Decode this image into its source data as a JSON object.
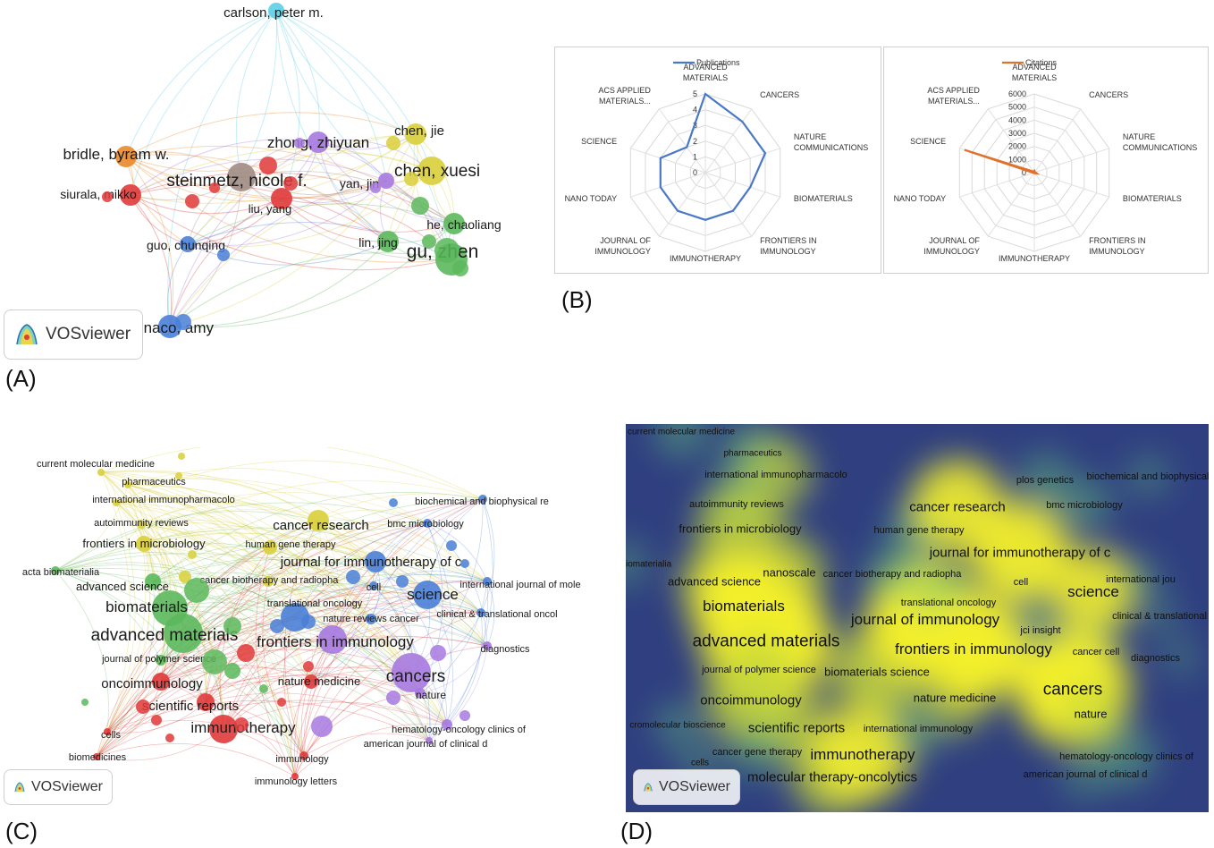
{
  "panel_labels": {
    "a": "(A)",
    "b": "(B)",
    "c": "(C)",
    "d": "(D)"
  },
  "vosviewer_badge": {
    "text": "VOSviewer",
    "icon": "vosviewer-logo-icon"
  },
  "colors": {
    "red": "#e03a3a",
    "green": "#5cb85c",
    "blue": "#4a7fd6",
    "yellow": "#d9cf3a",
    "purple": "#a779e0",
    "orange": "#e8892c",
    "cyan": "#5ccfe6",
    "gray": "#a08c84",
    "pub_line": "#4a78c8",
    "cit_line": "#e0702a"
  },
  "chart_data": [
    {
      "type": "network",
      "panel": "A",
      "nodes": [
        {
          "label": "carlson, peter m.",
          "cluster": "cyan"
        },
        {
          "label": "bridle, byram w.",
          "cluster": "orange"
        },
        {
          "label": "zhong, zhiyuan",
          "cluster": "purple"
        },
        {
          "label": "chen, jie",
          "cluster": "yellow"
        },
        {
          "label": "chen, xuesi",
          "cluster": "yellow"
        },
        {
          "label": "steinmetz, nicole f.",
          "cluster": "gray"
        },
        {
          "label": "yan, jin",
          "cluster": "purple"
        },
        {
          "label": "siurala, mikko",
          "cluster": "red"
        },
        {
          "label": "liu, yang",
          "cluster": "red"
        },
        {
          "label": "he, chaoliang",
          "cluster": "green"
        },
        {
          "label": "guo, chunqing",
          "cluster": "blue"
        },
        {
          "label": "lin, jing",
          "cluster": "green"
        },
        {
          "label": "gu, zhen",
          "cluster": "green"
        },
        {
          "label": "monaco, amy",
          "cluster": "blue"
        }
      ]
    },
    {
      "type": "radar",
      "panel": "B-left",
      "legend": "Publications",
      "categories": [
        "ADVANCED MATERIALS",
        "CANCERS",
        "NATURE COMMUNICATIONS",
        "BIOMATERIALS",
        "FRONTIERS IN IMMUNOLOGY",
        "IMMUNOTHERAPY",
        "JOURNAL OF IMMUNOLOGY",
        "NANO TODAY",
        "SCIENCE",
        "ACS APPLIED MATERIALS..."
      ],
      "values": [
        5,
        4,
        4,
        3,
        3,
        3,
        3,
        3,
        3,
        2
      ],
      "ticks": [
        "0",
        "1",
        "2",
        "3",
        "4",
        "5"
      ],
      "rmax": 5
    },
    {
      "type": "radar",
      "panel": "B-right",
      "legend": "Citations",
      "categories": [
        "ADVANCED MATERIALS",
        "CANCERS",
        "NATURE COMMUNICATIONS",
        "BIOMATERIALS",
        "FRONTIERS IN IMMUNOLOGY",
        "IMMUNOTHERAPY",
        "JOURNAL OF IMMUNOLOGY",
        "NANO TODAY",
        "SCIENCE",
        "ACS APPLIED MATERIALS..."
      ],
      "values": [
        150,
        60,
        80,
        200,
        60,
        50,
        40,
        60,
        5600,
        100
      ],
      "ticks": [
        "0",
        "1000",
        "2000",
        "3000",
        "4000",
        "5000",
        "6000"
      ],
      "rmax": 6000
    },
    {
      "type": "network",
      "panel": "C",
      "nodes": [
        {
          "label": "current molecular medicine",
          "cluster": "yellow"
        },
        {
          "label": "pharmaceutics",
          "cluster": "yellow"
        },
        {
          "label": "international immunopharmacolo",
          "cluster": "yellow"
        },
        {
          "label": "autoimmunity reviews",
          "cluster": "yellow"
        },
        {
          "label": "frontiers in microbiology",
          "cluster": "yellow"
        },
        {
          "label": "acta biomaterialia",
          "cluster": "green"
        },
        {
          "label": "advanced science",
          "cluster": "green"
        },
        {
          "label": "biomaterials",
          "cluster": "green"
        },
        {
          "label": "advanced materials",
          "cluster": "green"
        },
        {
          "label": "journal of polymer science",
          "cluster": "green"
        },
        {
          "label": "oncoimmunology",
          "cluster": "red"
        },
        {
          "label": "scientific reports",
          "cluster": "red"
        },
        {
          "label": "immunotherapy",
          "cluster": "red"
        },
        {
          "label": "cells",
          "cluster": "red"
        },
        {
          "label": "biomedicines",
          "cluster": "red"
        },
        {
          "label": "immunology",
          "cluster": "red"
        },
        {
          "label": "immunology letters",
          "cluster": "red"
        },
        {
          "label": "cancer research",
          "cluster": "yellow"
        },
        {
          "label": "human gene therapy",
          "cluster": "yellow"
        },
        {
          "label": "cancer biotherapy and radiopha",
          "cluster": "yellow"
        },
        {
          "label": "journal for immunotherapy of c",
          "cluster": "blue"
        },
        {
          "label": "translational oncology",
          "cluster": "blue"
        },
        {
          "label": "nature reviews cancer",
          "cluster": "blue"
        },
        {
          "label": "frontiers in immunology",
          "cluster": "purple"
        },
        {
          "label": "nature medicine",
          "cluster": "red"
        },
        {
          "label": "cell",
          "cluster": "blue"
        },
        {
          "label": "science",
          "cluster": "blue"
        },
        {
          "label": "bmc microbiology",
          "cluster": "blue"
        },
        {
          "label": "biochemical and biophysical re",
          "cluster": "blue"
        },
        {
          "label": "international journal of mole",
          "cluster": "blue"
        },
        {
          "label": "clinical & translational oncol",
          "cluster": "blue"
        },
        {
          "label": "diagnostics",
          "cluster": "purple"
        },
        {
          "label": "cancers",
          "cluster": "purple"
        },
        {
          "label": "nature",
          "cluster": "purple"
        },
        {
          "label": "hematology-oncology clinics of",
          "cluster": "purple"
        },
        {
          "label": "american journal of clinical d",
          "cluster": "purple"
        }
      ]
    },
    {
      "type": "heatmap",
      "panel": "D",
      "labels": [
        "current molecular medicine",
        "pharmaceutics",
        "international immunopharmacolo",
        "autoimmunity reviews",
        "frontiers in microbiology",
        "iomaterialia",
        "advanced science",
        "nanoscale",
        "biomaterials",
        "advanced materials",
        "journal of polymer science",
        "oncoimmunology",
        "cromolecular bioscience",
        "scientific reports",
        "cancer gene therapy",
        "cells",
        "molecular therapy-oncolytics",
        "immunotherapy",
        "international immunology",
        "nature medicine",
        "biomaterials science",
        "journal of immunology",
        "jci insight",
        "translational oncology",
        "cancer biotherapy and radiopha",
        "cell",
        "human gene therapy",
        "cancer research",
        "journal for immunotherapy of c",
        "frontiers in immunology",
        "plos genetics",
        "biochemical and biophysical",
        "bmc microbiology",
        "science",
        "international jou",
        "clinical & translational",
        "cancer cell",
        "diagnostics",
        "cancers",
        "nature",
        "hematology-oncology clinics of",
        "american journal of clinical d"
      ]
    }
  ]
}
